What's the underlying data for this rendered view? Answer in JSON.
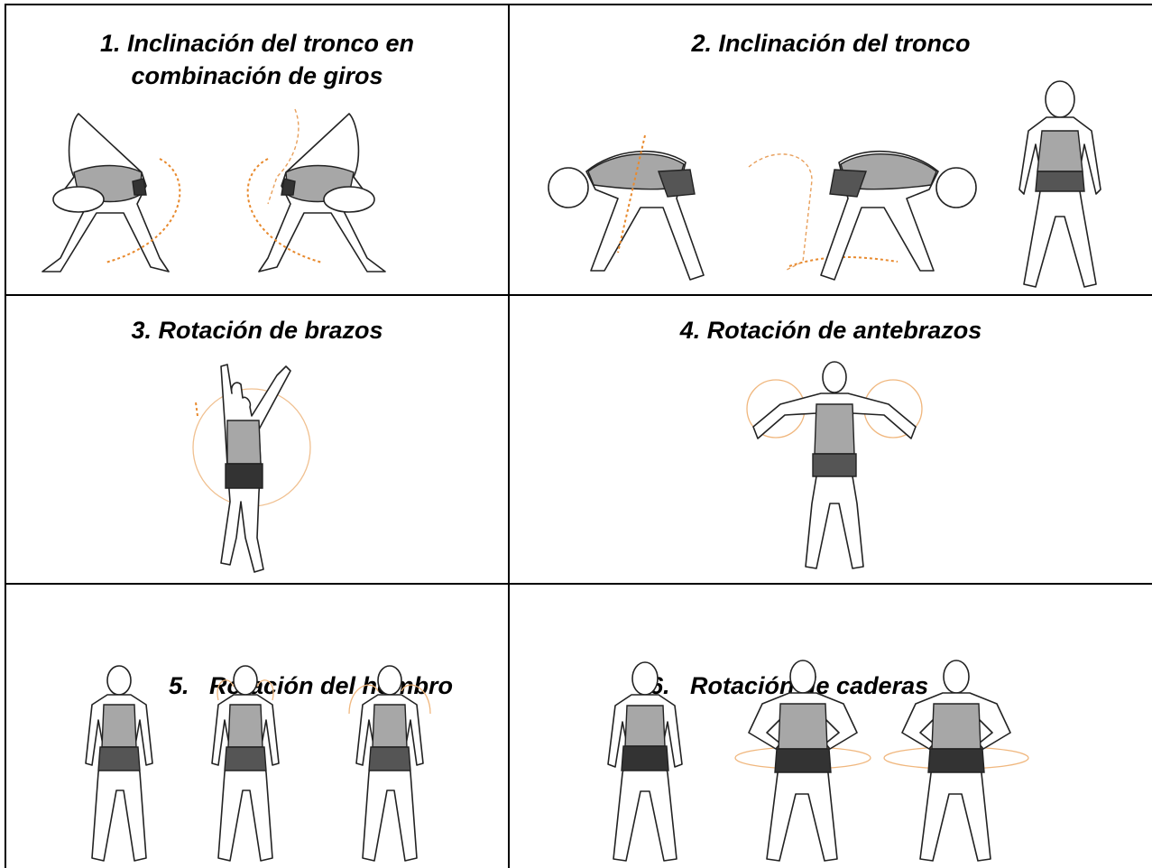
{
  "exercises": [
    {
      "title_line1": "1. Inclinación del tronco en",
      "title_line2": "combinación de giros"
    },
    {
      "title_line1": "2. Inclinación del tronco"
    },
    {
      "title_line1": "3. Rotación de brazos"
    },
    {
      "title_line1": "4. Rotación de antebrazos"
    },
    {
      "title_line1": "5.   Rotación del hombro"
    },
    {
      "title_line1": "6.   Rotación de caderas"
    }
  ],
  "colors": {
    "shirt": "#a7a7a7",
    "shorts": "#555555",
    "arrow": "#e88a2e"
  }
}
